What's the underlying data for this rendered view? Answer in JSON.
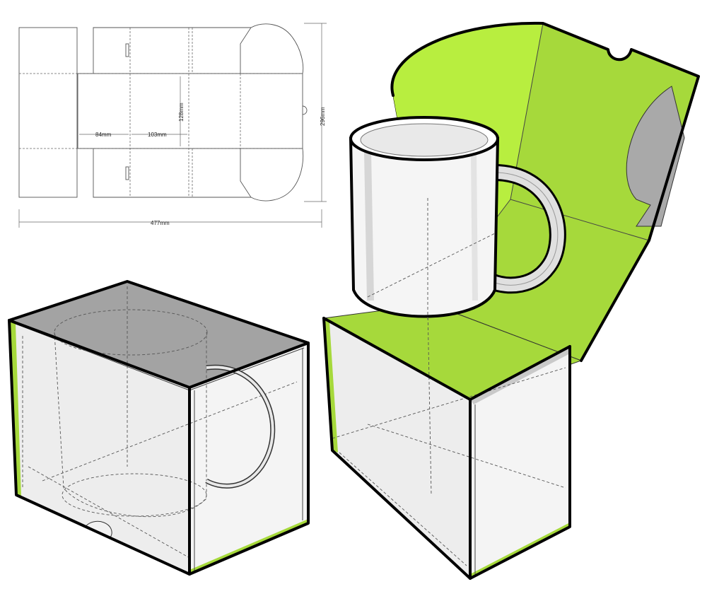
{
  "dieline": {
    "dim_total_width": "477mm",
    "dim_total_height": "296mm",
    "dim_panel_height": "128mm",
    "dim_side_width": "84mm",
    "dim_front_width": "103mm"
  },
  "colors": {
    "board_inside": "#a6d93b",
    "board_inside_light": "#b8ee3f",
    "box_face_light": "#f2f2f2",
    "box_face_mid": "#e6e6e6",
    "box_top_grey": "#9e9e9e",
    "outline": "#000000"
  }
}
